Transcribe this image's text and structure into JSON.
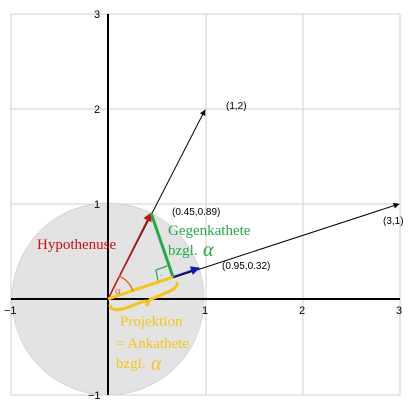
{
  "colors": {
    "grid": "#cfcfcf",
    "circle_fill": "#e3e3e3",
    "axis": "#000000",
    "hyp": "#cc1111",
    "gegen": "#22aa44",
    "ank": "#f5c518",
    "unit_vec": "#1111bb",
    "angle": "#e07020"
  },
  "axes": {
    "x_ticks": [
      "−1",
      "1",
      "2",
      "3"
    ],
    "y_ticks": [
      "3",
      "2",
      "1",
      "−1"
    ]
  },
  "points": {
    "p12": "(1,2)",
    "p31": "(3,1)",
    "unit_a": "(0.45,0.89)",
    "unit_b": "(0.95,0.32)"
  },
  "labels": {
    "hypotenuse": "Hypothenuse",
    "gegen_line1": "Gegenkathete",
    "gegen_line2": "bzgl.",
    "proj_line1": "Projektion",
    "proj_line2": "= Ankathete",
    "proj_line3": "bzgl.",
    "alpha": "α",
    "alpha_small": "α",
    "right_angle_dot": "."
  }
}
